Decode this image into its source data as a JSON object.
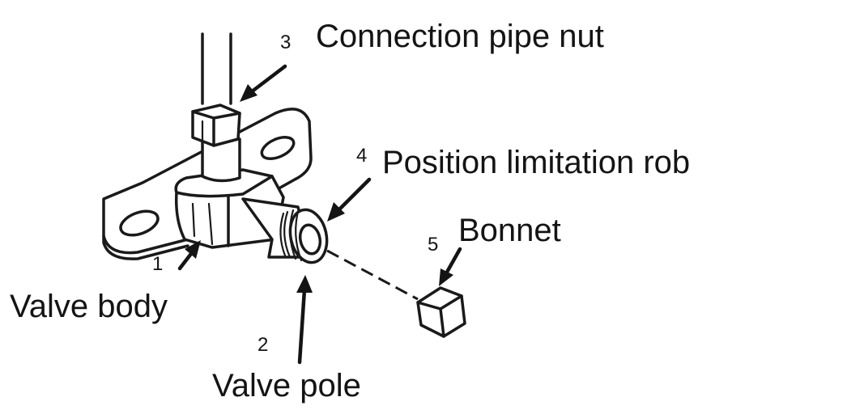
{
  "parts": [
    {
      "number": "1",
      "label": "Valve body"
    },
    {
      "number": "2",
      "label": "Valve pole"
    },
    {
      "number": "3",
      "label": "Connection pipe nut"
    },
    {
      "number": "4",
      "label": "Position limitation rob"
    },
    {
      "number": "5",
      "label": "Bonnet"
    }
  ],
  "colors": {
    "ink": "#141414",
    "background": "#ffffff"
  }
}
